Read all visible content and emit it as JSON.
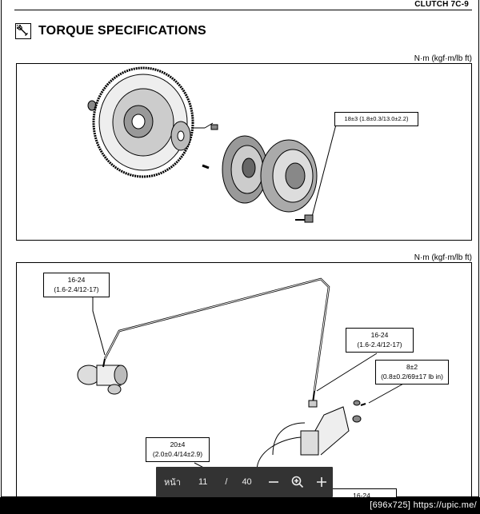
{
  "header": {
    "section": "CLUTCH  7C-9"
  },
  "title": {
    "text": "TORQUE SPECIFICATIONS",
    "icon": "wrench-icon"
  },
  "units": {
    "top": "N·m (kgf·m/lb ft)",
    "bottom": "N·m (kgf·m/lb ft)"
  },
  "callouts": {
    "pressure_plate_bolt": "18±3 (1.8±0.3/13.0±2.2)",
    "pipe_to_master_top_1": "16-24",
    "pipe_to_master_top_2": "(1.6-2.4/12-17)",
    "pipe_to_release_1": "16-24",
    "pipe_to_release_2": "(1.6-2.4/12-17)",
    "bracket_nut_1": "8±2",
    "bracket_nut_2": "(0.8±0.2/69±17 lb in)",
    "bracket_bolt_1": "20±4",
    "bracket_bolt_2": "(2.0±0.4/14±2.9)",
    "bottom_partial": "16-24"
  },
  "pager": {
    "label": "หน้า",
    "current": "11",
    "separator": "/",
    "total": "40"
  },
  "footer": {
    "text": "[696x725] https://upic.me/"
  }
}
